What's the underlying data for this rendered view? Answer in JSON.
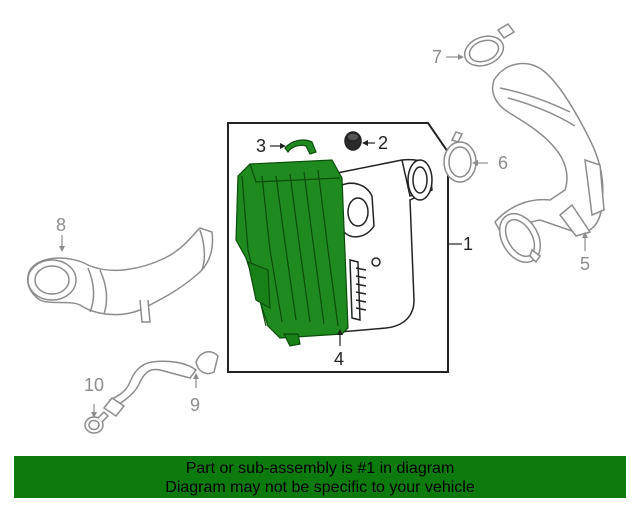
{
  "callouts": {
    "c1": "1",
    "c2": "2",
    "c3": "3",
    "c4": "4",
    "c5": "5",
    "c6": "6",
    "c7": "7",
    "c8": "8",
    "c9": "9",
    "c10": "10"
  },
  "banner": {
    "line1": "Part or sub-assembly is #1 in diagram",
    "line2": "Diagram may not be specific to your vehicle"
  },
  "colors": {
    "highlight": "#0d7a0d",
    "highlight_fill": "#1f8a1f",
    "line_art": "#8c8c8c",
    "outline": "#222222",
    "banner_bg": "#0d7a0d"
  }
}
